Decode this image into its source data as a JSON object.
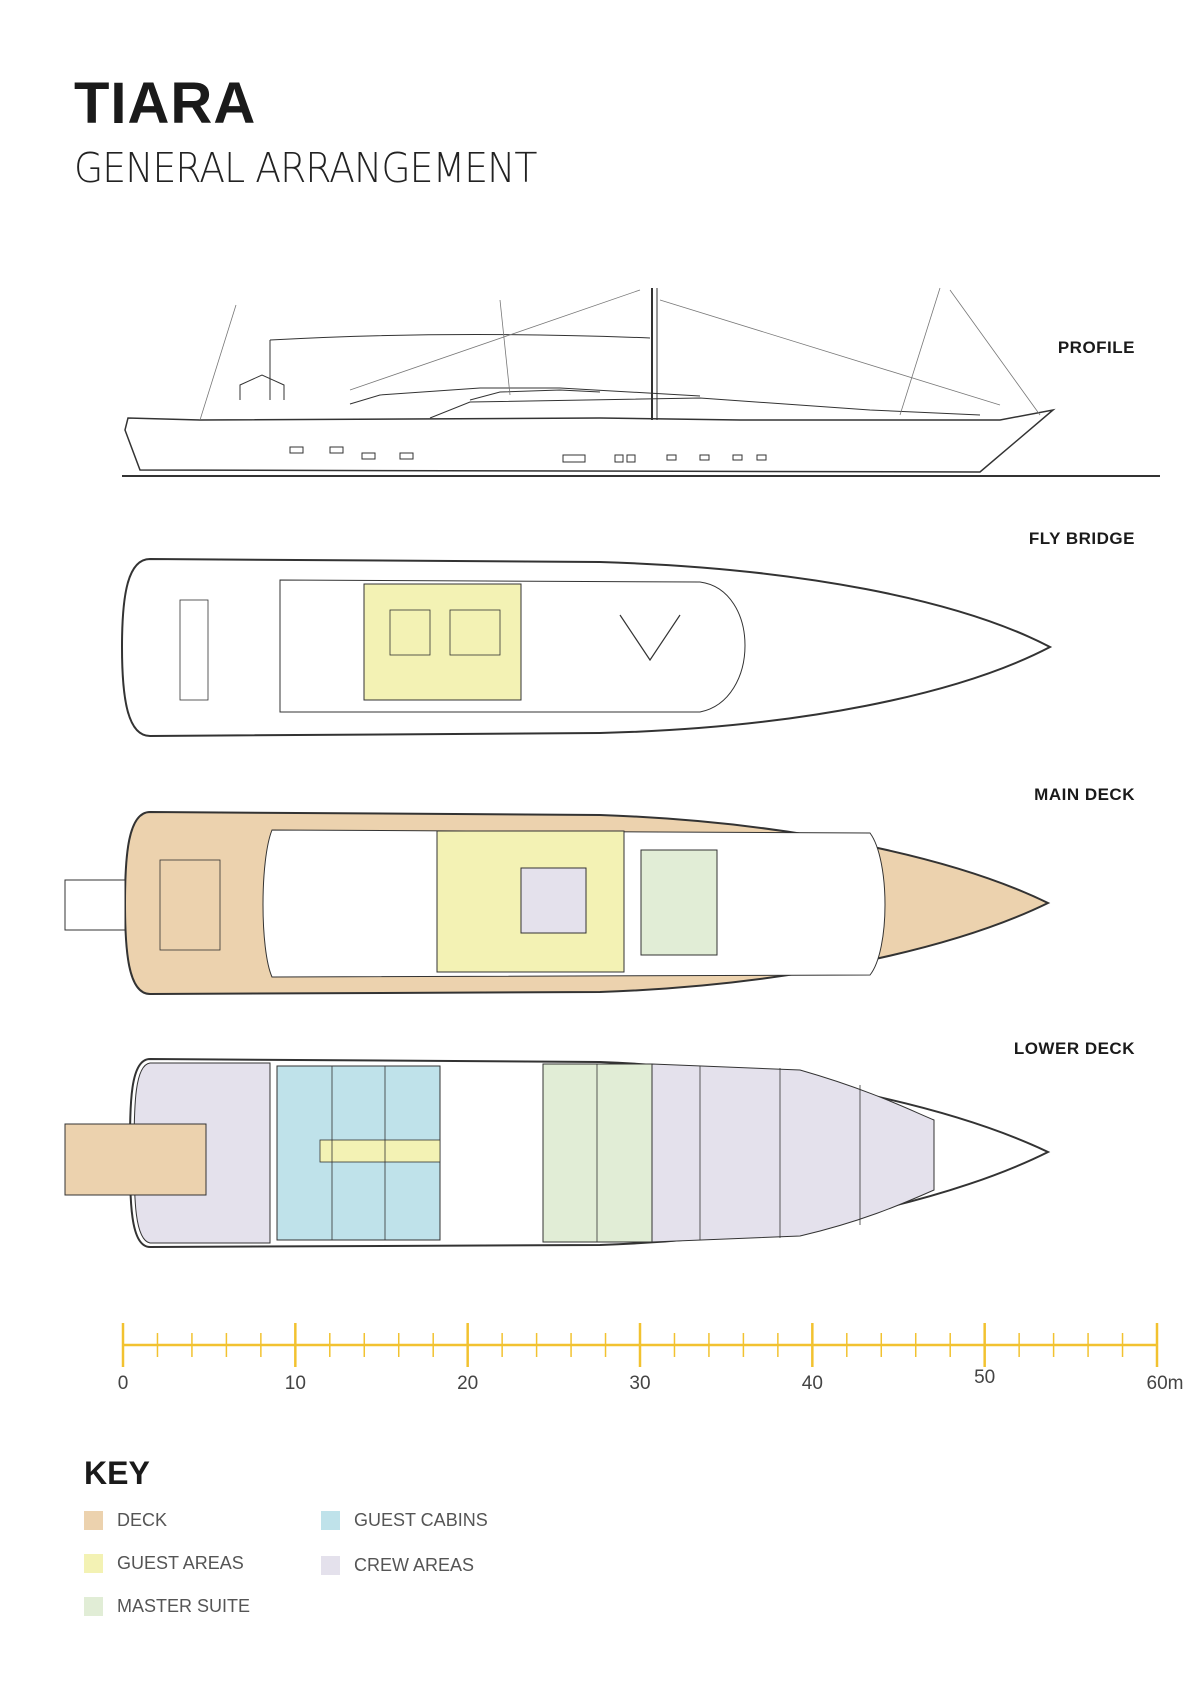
{
  "header": {
    "title": "TIARA",
    "subtitle": "GENERAL ARRANGEMENT"
  },
  "views": {
    "profile": "PROFILE",
    "fly_bridge": "FLY BRIDGE",
    "main_deck": "MAIN DECK",
    "lower_deck": "LOWER DECK"
  },
  "scale": {
    "labels": [
      "0",
      "10",
      "20",
      "30",
      "40",
      "50",
      "60m"
    ],
    "max_m": 60,
    "minor_step_m": 2,
    "color": "#f2c230"
  },
  "key": {
    "title": "KEY",
    "items": [
      {
        "label": "DECK",
        "color": "#ecd2ae"
      },
      {
        "label": "GUEST AREAS",
        "color": "#f3f2b4"
      },
      {
        "label": "MASTER SUITE",
        "color": "#e1edd6"
      },
      {
        "label": "GUEST CABINS",
        "color": "#bfe2ea"
      },
      {
        "label": "CREW AREAS",
        "color": "#e4e1ec"
      }
    ]
  }
}
